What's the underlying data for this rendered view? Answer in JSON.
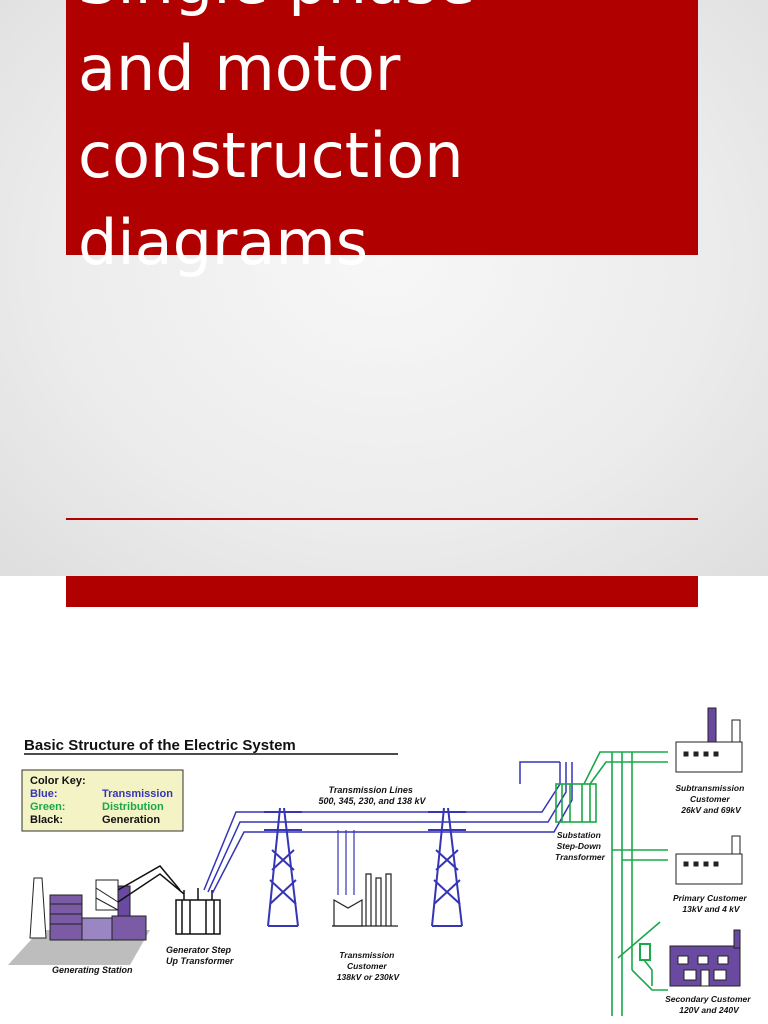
{
  "slide": {
    "title_lines": [
      "Single phase",
      "and motor",
      "construction",
      "diagrams"
    ]
  },
  "diagram": {
    "heading": "Basic Structure of the Electric System",
    "color_key": {
      "title": "Color Key:",
      "rows": [
        {
          "name": "Blue:",
          "value": "Transmission"
        },
        {
          "name": "Green:",
          "value": "Distribution"
        },
        {
          "name": "Black:",
          "value": "Generation"
        }
      ]
    },
    "labels": {
      "transmission_lines": [
        "Transmission Lines",
        "500, 345, 230, and 138 kV"
      ],
      "substation": [
        "Substation",
        "Step-Down",
        "Transformer"
      ],
      "subtransmission_customer": [
        "Subtransmission",
        "Customer",
        "26kV and 69kV"
      ],
      "primary_customer": [
        "Primary  Customer",
        "13kV and 4 kV"
      ],
      "secondary_customer": [
        "Secondary Customer",
        "120V and 240V"
      ],
      "generating_station": [
        "Generating Station"
      ],
      "generator_transformer": [
        "Generator Step",
        "Up Transformer"
      ],
      "transmission_customer": [
        "Transmission",
        "Customer",
        "138kV or 230kV"
      ]
    },
    "colors": {
      "transmission": "#3535b5",
      "distribution": "#1aa84a",
      "generation": "#111111",
      "key_box": "#f3f3c6",
      "building": "#6a4aa0"
    }
  }
}
